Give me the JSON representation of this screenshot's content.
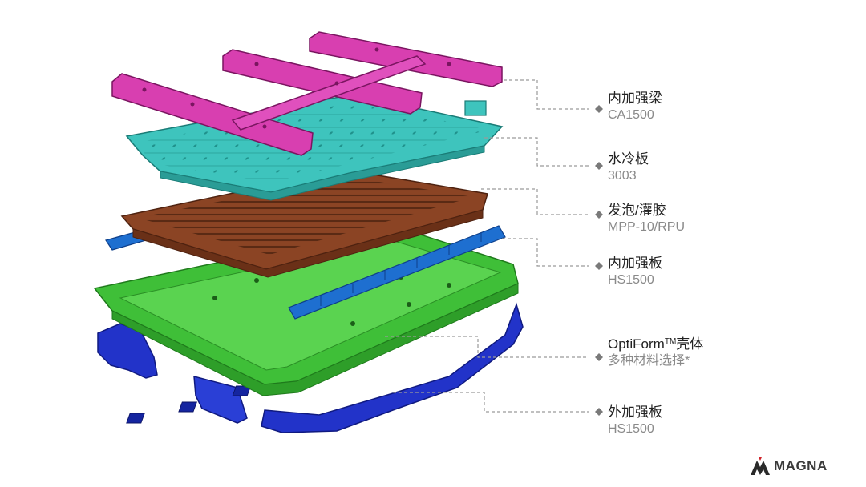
{
  "components": [
    {
      "key": "inner-beam",
      "title": "内加强梁",
      "material": "CA1500",
      "color": "#d83fb0"
    },
    {
      "key": "cooling-plate",
      "title": "水冷板",
      "material": "3003",
      "color": "#3ec4bd"
    },
    {
      "key": "foam-glue",
      "title": "发泡/灌胶",
      "material": "MPP-10/RPU",
      "color": "#8b4424"
    },
    {
      "key": "inner-plate",
      "title": "内加强板",
      "material": "HS1500",
      "color": "#1e6fd0"
    },
    {
      "key": "housing",
      "title": "OptiForm",
      "title_sup": "TM",
      "title_suffix": "壳体",
      "material": "多种材料选择*",
      "color": "#4fcf45"
    },
    {
      "key": "outer-plate",
      "title": "外加强板",
      "material": "HS1500",
      "color": "#2233c9"
    }
  ],
  "brand": {
    "name": "MAGNA"
  },
  "colors": {
    "leader": "#9a9a9a",
    "diamond": "#7a7a7a"
  }
}
